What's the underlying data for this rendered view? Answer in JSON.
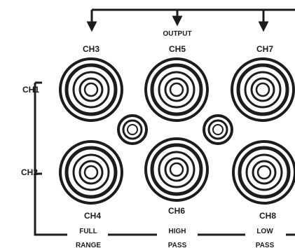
{
  "diagram": {
    "top_label": "OUTPUT",
    "channels": {
      "ch1": "CH1",
      "ch2": "CH2",
      "ch3": "CH3",
      "ch4": "CH4",
      "ch5": "CH5",
      "ch6": "CH6",
      "ch7": "CH7",
      "ch8": "CH8"
    },
    "bands": {
      "full_line1": "FULL",
      "full_line2": "RANGE",
      "high_line1": "HIGH",
      "high_line2": "PASS",
      "low_line1": "LOW",
      "low_line2": "PASS"
    }
  }
}
